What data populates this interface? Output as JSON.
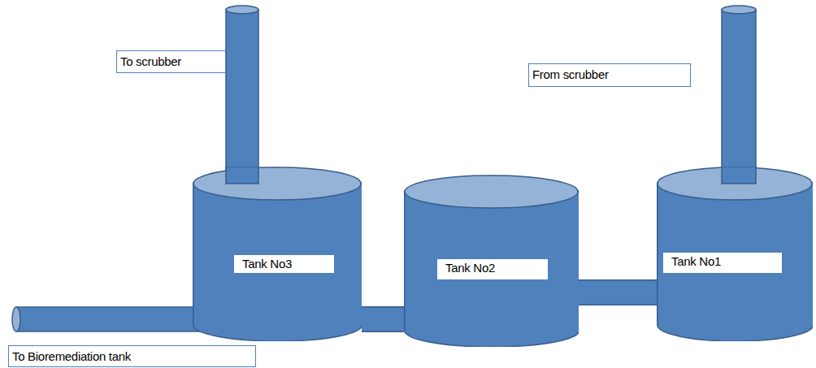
{
  "diagram": {
    "nodes": [
      {
        "text": [
          "To scrubber"
        ]
      },
      {
        "text": [
          "From scrubber"
        ]
      },
      {
        "text": [
          "Tank No3"
        ]
      },
      {
        "text": [
          "Tank No2"
        ]
      },
      {
        "text": [
          "Tank No1"
        ]
      },
      {
        "text": [
          "To Bioremediation tank"
        ]
      }
    ],
    "edges": [
      {
        "from": 2,
        "to": 3,
        "arrow": "none"
      },
      {
        "from": 3,
        "to": 4,
        "arrow": "none"
      }
    ]
  }
}
